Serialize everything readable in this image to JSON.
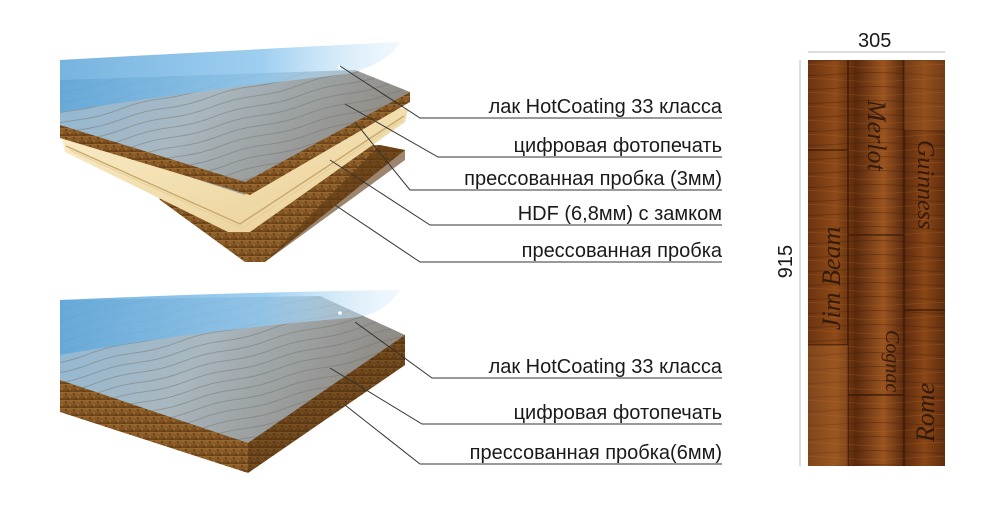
{
  "diagram": {
    "panel_top": {
      "labels": [
        "лак HotCoating 33 класса",
        "цифровая фотопечать",
        "прессованная пробка (3мм)",
        "HDF (6,8мм) с замком",
        "прессованная пробка"
      ]
    },
    "panel_bottom": {
      "labels": [
        "лак HotCoating 33 класса",
        "цифровая фотопечать",
        "прессованная пробка(6мм)"
      ]
    },
    "sample": {
      "width_label": "305",
      "height_label": "915",
      "engravings": [
        "Jim Beam",
        "Merlot",
        "Guinness",
        "Cognac",
        "Rome"
      ]
    }
  },
  "colors": {
    "lacquer": "#7fb8e3",
    "cork": "#8a5a26",
    "hdf": "#f3dca8",
    "wood_gray": "#9a9288",
    "wood_dark": "#6b3410"
  }
}
